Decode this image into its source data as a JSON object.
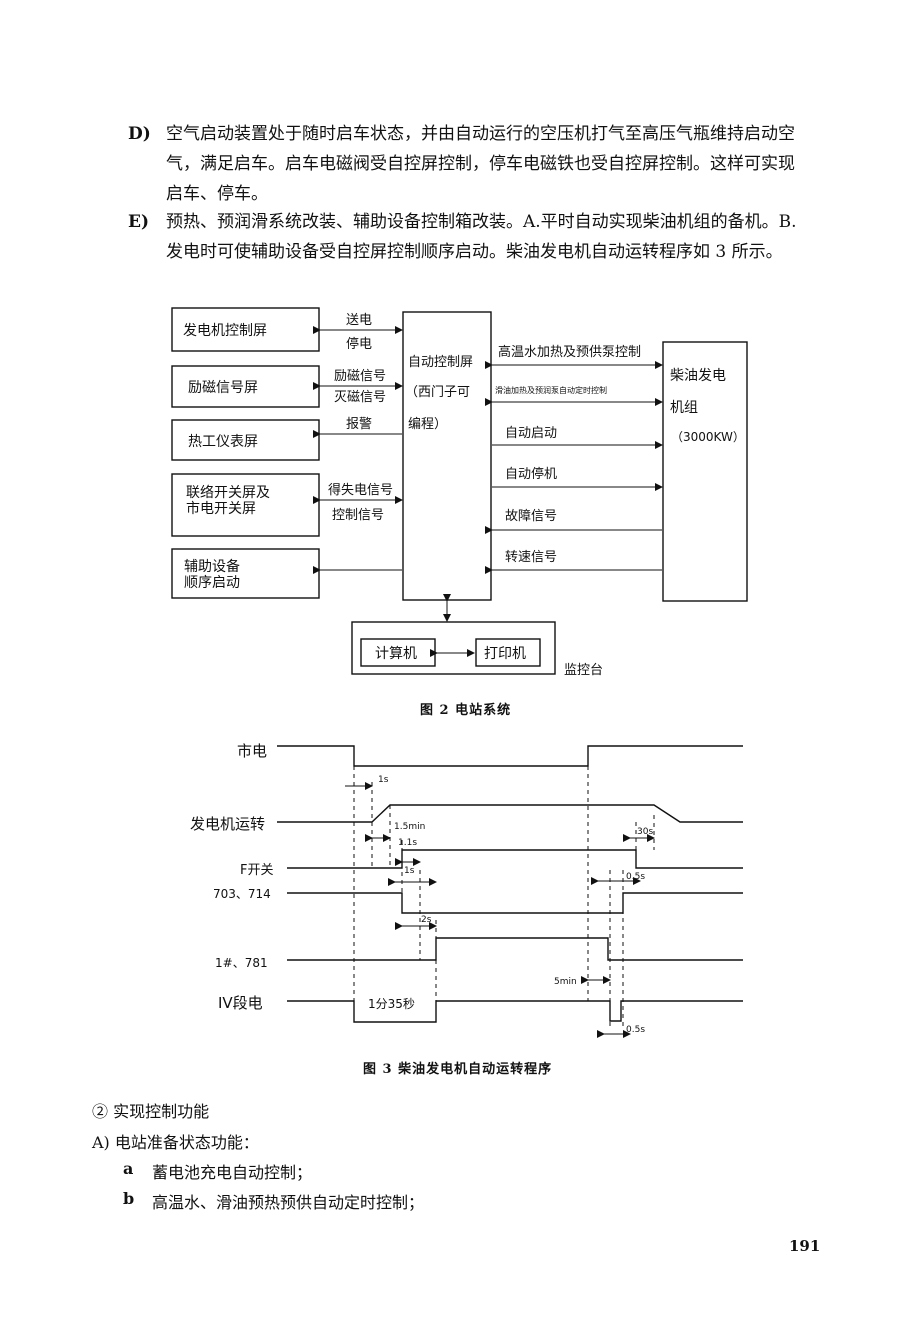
{
  "paragraphs": [
    {
      "label": "D)",
      "text": "空气启动装置处于随时启车状态，并由自动运行的空压机打气至高压气瓶维持启动空气，满足启车。启车电磁阀受自控屏控制，停车电磁铁也受自控屏控制。这样可实现启车、停车。"
    },
    {
      "label": "E)",
      "text": "预热、预润滑系统改装、辅助设备控制箱改装。A.平时自动实现柴油机组的备机。B.发电时可使辅助设备受自控屏控制顺序启动。柴油发电机自动运转程序如 3 所示。"
    }
  ],
  "figure2": {
    "caption": "图 2  电站系统",
    "left_boxes": [
      "发电机控制屏",
      "励磁信号屏",
      "热工仪表屏",
      "联络开关屏及",
      "市电开关屏",
      "辅助设备",
      "顺序启动"
    ],
    "left_arrows": [
      "送电",
      "停电",
      "励磁信号",
      "灭磁信号",
      "报警",
      "得失电信号",
      "控制信号"
    ],
    "center_box": [
      "自动控制屏",
      "（西门子可",
      "编程）"
    ],
    "right_arrows": [
      "高温水加热及预供泵控制",
      "滑油加热及预润泵自动定时控制",
      "自动启动",
      "自动停机",
      "故障信号",
      "转速信号"
    ],
    "right_box": [
      "柴油发电",
      "机组",
      "（3000KW）"
    ],
    "monitor": {
      "computer": "计算机",
      "printer": "打印机",
      "label": "监控台"
    }
  },
  "figure3": {
    "caption": "图 3  柴油发电机自动运转程序",
    "signals": [
      "市电",
      "发电机运转",
      "F开关",
      "703、714",
      "1#、781",
      "IV段电"
    ],
    "annotations": [
      "1s",
      "1.5min",
      "1.1s",
      "1s",
      "2s",
      "1分35秒",
      "30s",
      "0.5s",
      "5min",
      "0.5s"
    ]
  },
  "section": {
    "heading": "②  实现控制功能",
    "sub": "A)  电站准备状态功能：",
    "items": [
      {
        "label": "a",
        "text": "蓄电池充电自动控制；"
      },
      {
        "label": "b",
        "text": "高温水、滑油预热预供自动定时控制；"
      }
    ]
  },
  "page_number": "191"
}
